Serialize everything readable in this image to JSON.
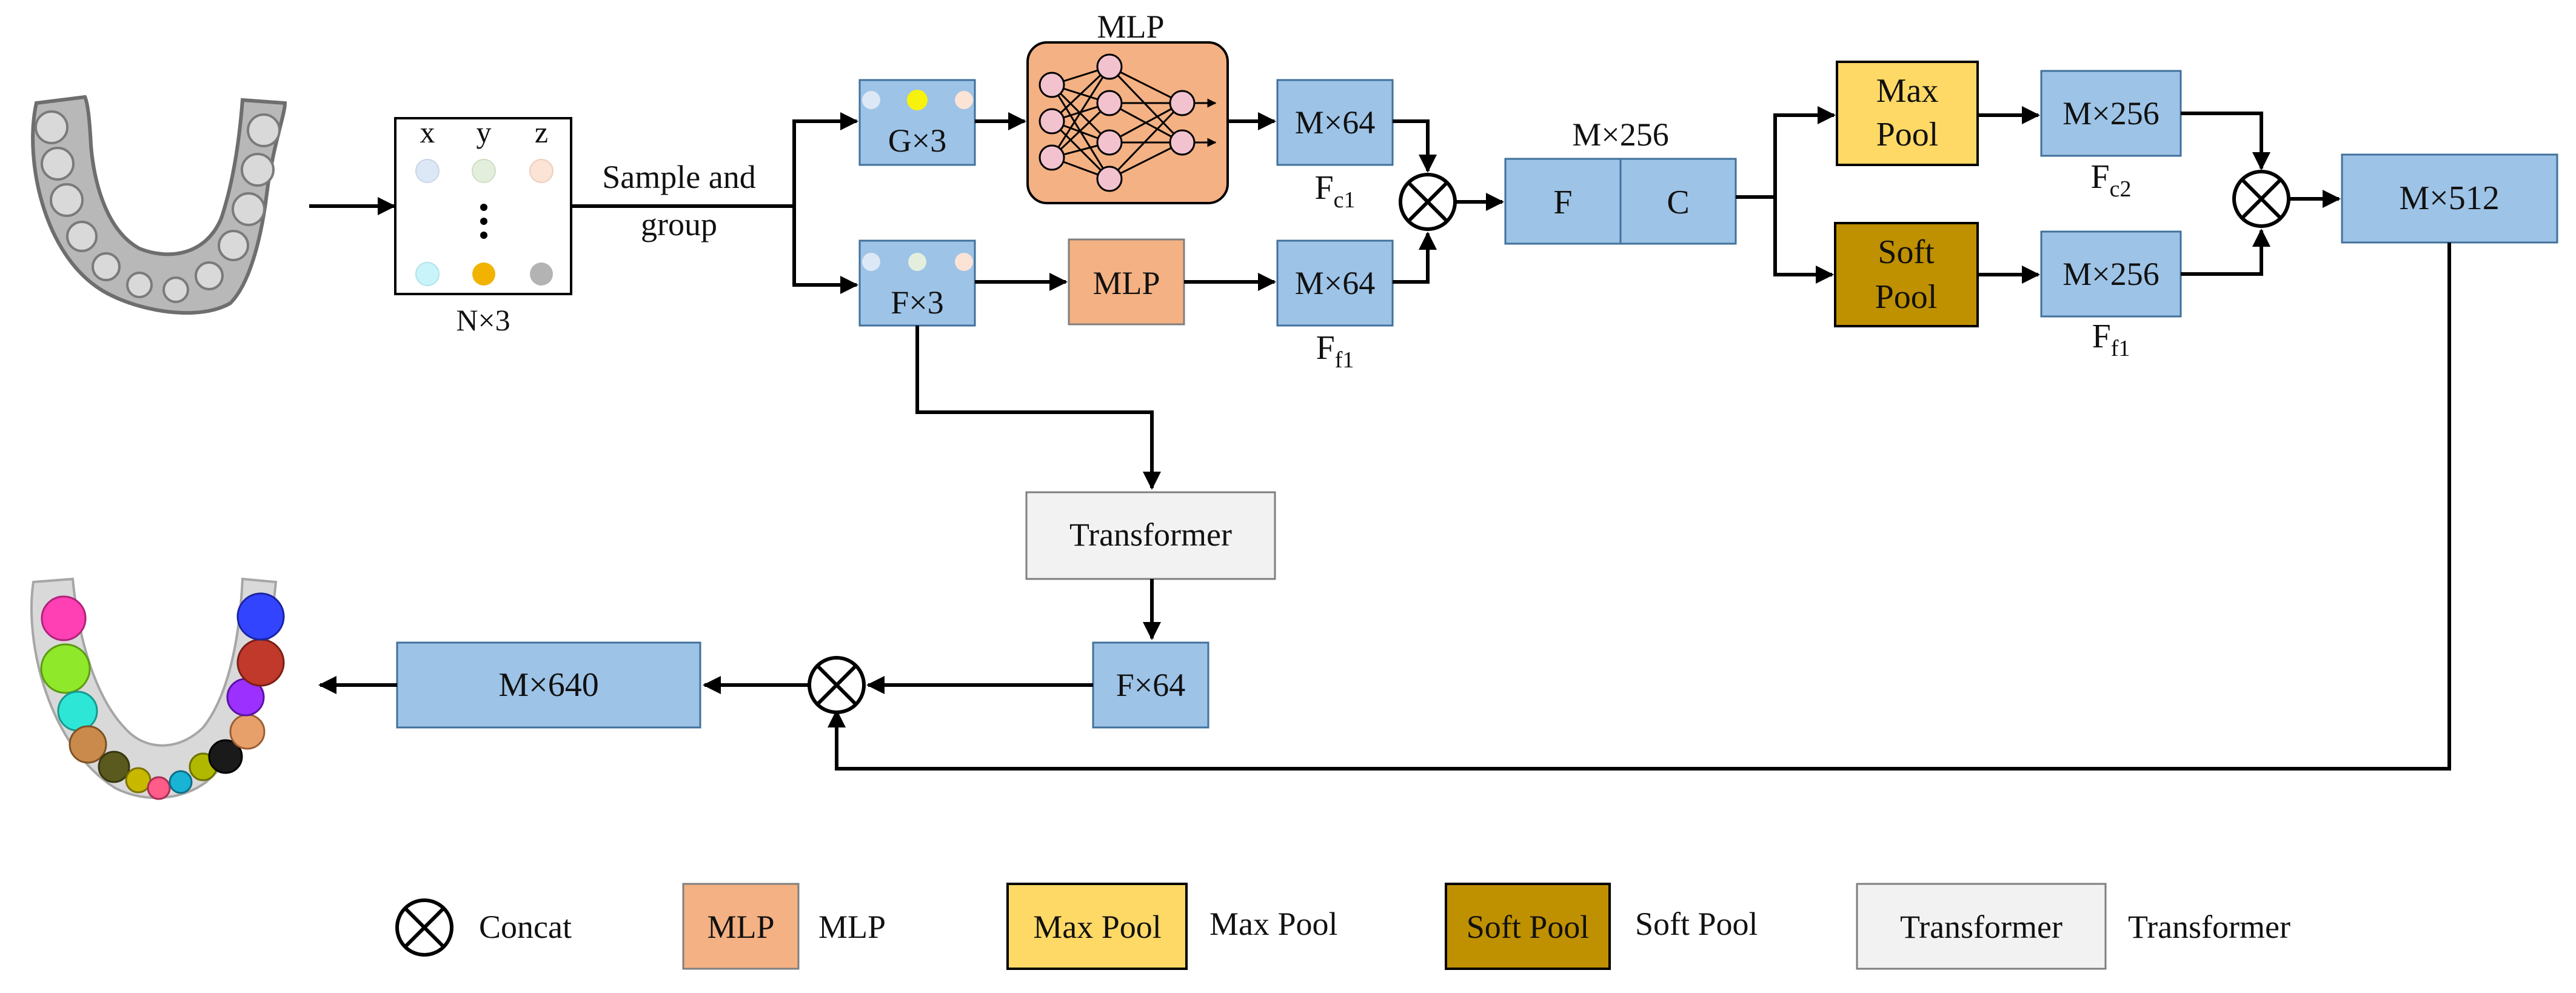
{
  "diagram": {
    "input": {
      "matrix_headers": [
        "x",
        "y",
        "z"
      ],
      "matrix_label": "N×3"
    },
    "sample_label_line1": "Sample and",
    "sample_label_line2": "group",
    "blocks": {
      "g3": "G×3",
      "f3": "F×3",
      "mlp_top_title": "MLP",
      "mlp_bottom": "MLP",
      "m64_top": "M×64",
      "m64_bottom": "M×64",
      "fc1_main": "F",
      "fc1_sub": "c1",
      "ff1_main": "F",
      "ff1_sub": "f1",
      "m256_title": "M×256",
      "fc_left": "F",
      "fc_right": "C",
      "max_pool_line1": "Max",
      "max_pool_line2": "Pool",
      "soft_pool_line1": "Soft",
      "soft_pool_line2": "Pool",
      "m256_top": "M×256",
      "m256_bottom": "M×256",
      "fc2_main": "F",
      "fc2_sub": "c2",
      "ff1b_main": "F",
      "ff1b_sub": "f1",
      "m512": "M×512",
      "transformer": "Transformer",
      "f64": "F×64",
      "m640": "M×640"
    },
    "legend": {
      "concat_label": "Concat",
      "mlp_box": "MLP",
      "mlp_label": "MLP",
      "maxpool_box": "Max Pool",
      "maxpool_label": "Max Pool",
      "softpool_box": "Soft Pool",
      "softpool_label": "Soft Pool",
      "transformer_box": "Transformer",
      "transformer_label": "Transformer"
    },
    "colors": {
      "blue_block": "#9dc3e6",
      "mlp_orange": "#f4b183",
      "max_pool_yellow": "#ffd966",
      "soft_pool_gold": "#bf9000",
      "transformer_gray": "#f2f2f2"
    },
    "icons": [
      "dental-scan-input-icon",
      "segmented-teeth-output-icon",
      "concat-icon"
    ]
  }
}
